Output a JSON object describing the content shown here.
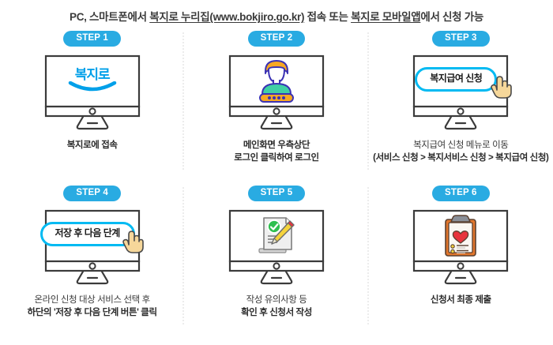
{
  "header": {
    "prefix": "PC, 스마트폰에서 ",
    "link1": "복지로 누리집(www.bokjiro.go.kr)",
    "mid": " 접속 또는 ",
    "link2": "복지로 모바일앱",
    "suffix": "에서 신청 가능",
    "full": "PC, 스마트폰에서 복지로 누리집(www.bokjiro.go.kr) 접속 또는 복지로 모바일앱에서 신청 가능"
  },
  "colors": {
    "badge_bg": "#29abe2",
    "badge_text": "#ffffff",
    "pill_border": "#00baf2",
    "logo_blue": "#00a0e9",
    "monitor_outline": "#3b3b3b",
    "divider": "#ececec",
    "avatar_hair": "#f7a823",
    "avatar_shirt": "#3fd0a5",
    "avatar_outline": "#3b32b4",
    "password_bar": "#f7a823",
    "check_green": "#2fbf4f",
    "pencil_yellow": "#f5d33c",
    "clipboard_orange": "#e2762c",
    "heart_red": "#e8343c",
    "cursor_skin": "#f6d79a"
  },
  "steps": [
    {
      "badge": "STEP 1",
      "icon": "bokjiro-logo-monitor",
      "screen_text": "복지로",
      "caption_lines": [
        {
          "text": "복지로에 접속",
          "bold": true
        }
      ]
    },
    {
      "badge": "STEP 2",
      "icon": "login-avatar-monitor",
      "screen_text": "",
      "caption_lines": [
        {
          "text": "메인화면 우측상단",
          "bold": true
        },
        {
          "text": "로그인 클릭하여 로그인",
          "bold": true
        }
      ]
    },
    {
      "badge": "STEP 3",
      "icon": "click-pill-monitor",
      "screen_text": "복지급여 신청",
      "caption_lines": [
        {
          "text": "복지급여 신청 메뉴로 이동",
          "bold": false
        },
        {
          "text": "(서비스 신청 > 복지서비스 신청 > 복지급여 신청)",
          "bold": true
        }
      ]
    },
    {
      "badge": "STEP 4",
      "icon": "click-pill-monitor",
      "screen_text": "저장 후 다음 단계",
      "caption_lines": [
        {
          "text": "온라인 신청 대상 서비스 선택 후",
          "bold": false
        },
        {
          "text": "하단의 '저장 후 다음 단계 버튼' 클릭",
          "bold": false,
          "emphasis": "'저장 후 다음 단계 버튼'"
        }
      ]
    },
    {
      "badge": "STEP 5",
      "icon": "document-pencil-monitor",
      "screen_text": "",
      "caption_lines": [
        {
          "text": "작성 유의사항 등",
          "bold": false
        },
        {
          "text": "확인 후 신청서 작성",
          "bold": false,
          "emphasis": "신청서 작성"
        }
      ]
    },
    {
      "badge": "STEP 6",
      "icon": "clipboard-heart-monitor",
      "screen_text": "",
      "caption_lines": [
        {
          "text": "신청서 최종 제출",
          "bold": false,
          "emphasis": "신청서"
        }
      ]
    }
  ]
}
